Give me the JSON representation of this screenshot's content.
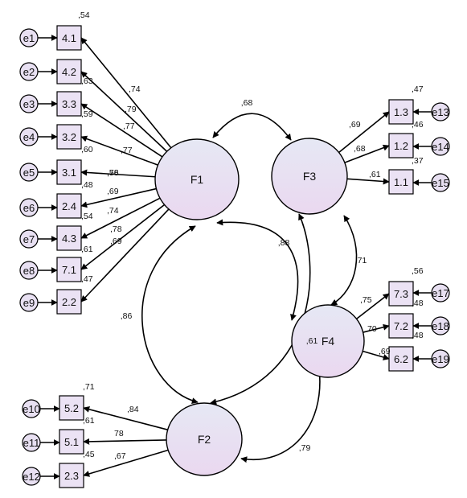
{
  "colors": {
    "factor_fill_top": "#e6e8f4",
    "factor_fill_bottom": "#ead8f0",
    "box_fill": "#ebe2f4",
    "error_fill": "#e8e0f2",
    "stroke": "#000000"
  },
  "factors": [
    {
      "id": "F1",
      "label": "F1"
    },
    {
      "id": "F2",
      "label": "F2"
    },
    {
      "id": "F3",
      "label": "F3"
    },
    {
      "id": "F4",
      "label": "F4"
    }
  ],
  "indicators": [
    {
      "label": "4.1",
      "error": "e1",
      "factor": "F1",
      "r2": ",54",
      "loading": ",74"
    },
    {
      "label": "4.2",
      "error": "e2",
      "factor": "F1",
      "r2": ",63",
      "loading": ",79"
    },
    {
      "label": "3.3",
      "error": "e3",
      "factor": "F1",
      "r2": ",59",
      "loading": ",77"
    },
    {
      "label": "3.2",
      "error": "e4",
      "factor": "F1",
      "r2": ",60",
      "loading": ",77"
    },
    {
      "label": "3.1",
      "error": "e5",
      "factor": "F1",
      "r2": ",58",
      "loading": ",76"
    },
    {
      "label": "2.4",
      "error": "e6",
      "factor": "F1",
      "r2": ",48",
      "loading": ",69"
    },
    {
      "label": "4.3",
      "error": "e7",
      "factor": "F1",
      "r2": ",54",
      "loading": ",74"
    },
    {
      "label": "7.1",
      "error": "e8",
      "factor": "F1",
      "r2": ",61",
      "loading": ",78"
    },
    {
      "label": "2.2",
      "error": "e9",
      "factor": "F1",
      "r2": ",47",
      "loading": ",69"
    },
    {
      "label": "5.2",
      "error": "e10",
      "factor": "F2",
      "r2": ",71",
      "loading": ",84"
    },
    {
      "label": "5.1",
      "error": "e11",
      "factor": "F2",
      "r2": ",61",
      "loading": "78"
    },
    {
      "label": "2.3",
      "error": "e12",
      "factor": "F2",
      "r2": ",45",
      "loading": ",67"
    },
    {
      "label": "1.3",
      "error": "e13",
      "factor": "F3",
      "r2": ",47",
      "loading": ",69"
    },
    {
      "label": "1.2",
      "error": "e14",
      "factor": "F3",
      "r2": ",46",
      "loading": ",68"
    },
    {
      "label": "1.1",
      "error": "e15",
      "factor": "F3",
      "r2": ",37",
      "loading": ",61"
    },
    {
      "label": "7.3",
      "error": "e17",
      "factor": "F4",
      "r2": ",56",
      "loading": ",75"
    },
    {
      "label": "7.2",
      "error": "e18",
      "factor": "F4",
      "r2": ",48",
      "loading": "70"
    },
    {
      "label": "6.2",
      "error": "e19",
      "factor": "F4",
      "r2": ",48",
      "loading": ",69"
    }
  ],
  "covariances": [
    {
      "from": "F1",
      "to": "F3",
      "value": ",68"
    },
    {
      "from": "F1",
      "to": "F4",
      "value": ",88"
    },
    {
      "from": "F1",
      "to": "F2",
      "value": ",86"
    },
    {
      "from": "F3",
      "to": "F4",
      "value": ",71"
    },
    {
      "from": "F3",
      "to": "F2",
      "value": ",61"
    },
    {
      "from": "F4",
      "to": "F2",
      "value": ",79"
    }
  ]
}
